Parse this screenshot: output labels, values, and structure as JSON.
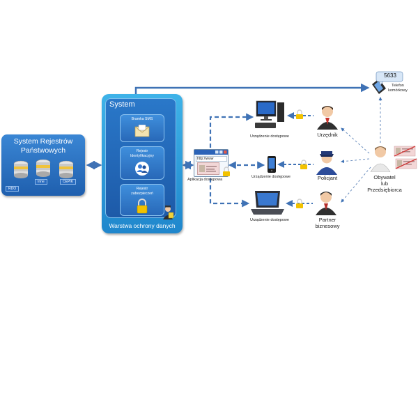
{
  "registries": {
    "title_line1": "System Rejestrów",
    "title_line2": "Państwowych",
    "databases": [
      "RDO",
      "Inne",
      "CEPIK"
    ]
  },
  "system": {
    "title": "System",
    "footer": "Warstwa ochrony danych",
    "modules": [
      {
        "label_line1": "Bramka SMS",
        "label_line2": "",
        "icon": "envelope-icon"
      },
      {
        "label_line1": "Rejestr",
        "label_line2": "Identyfikacyjny",
        "icon": "users-icon"
      },
      {
        "label_line1": "Rejestr",
        "label_line2": "zabezpieczeń",
        "icon": "padlock-icon"
      }
    ]
  },
  "app": {
    "url": "http://www",
    "label": "Aplikacja dostępowa"
  },
  "devices": [
    {
      "type": "desktop",
      "label": "Urządzenie dostępowe",
      "icon": "desktop-computer-icon"
    },
    {
      "type": "phone",
      "label": "Urządzenie dostępowe",
      "icon": "smartphone-icon"
    },
    {
      "type": "laptop",
      "label": "Urządzenie dostępowe",
      "icon": "laptop-icon"
    }
  ],
  "actors": [
    {
      "label_line1": "Urzędnik",
      "label_line2": ""
    },
    {
      "label_line1": "Policjant",
      "label_line2": ""
    },
    {
      "label_line1": "Partner",
      "label_line2": "biznesowy"
    }
  ],
  "citizen": {
    "label_line1": "Obywatel",
    "label_line2": "lub",
    "label_line3": "Przedsiębiorca"
  },
  "phone": {
    "code": "5633",
    "label_line1": "Telefon",
    "label_line2": "komórkowy"
  },
  "colors": {
    "connector": "#3f72b5",
    "registries_box": "#2a6cc0",
    "system_box": "#2fa0dc",
    "lock": "#f2c200"
  }
}
